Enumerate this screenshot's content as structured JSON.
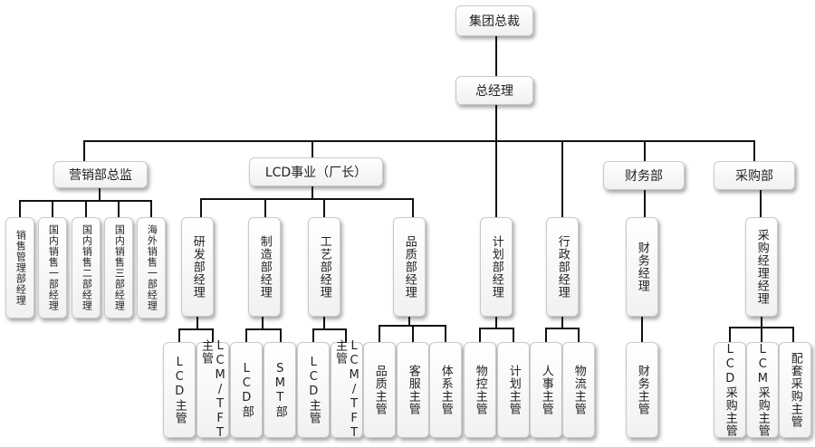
{
  "org": {
    "group_president": "集团总裁",
    "general_manager": "总经理",
    "sales_director": "营销部总监",
    "lcd_business": "LCD事业（厂长）",
    "finance_dept": "财务部",
    "purchasing_dept": "采购部",
    "sales_units": [
      "销售管理部经理",
      "国内销售一部经理",
      "国内销售二部经理",
      "国内销售三部经理",
      "海外销售一部经理"
    ],
    "lcd_depts": [
      "研发部经理",
      "制造部经理",
      "工艺部经理",
      "品质部经理"
    ],
    "plan_manager": "计划部经理",
    "admin_manager": "行政部经理",
    "finance_manager": "财务经理",
    "purchasing_manager": "采购经理经理",
    "rnd_leads": [
      "LCD主管",
      "LCM/TFT主管"
    ],
    "mfg_leads": [
      "LCD部",
      "SMT部"
    ],
    "process_leads": [
      "LCD主管",
      "LCM/TFT主管"
    ],
    "qa_leads": [
      "品质主管",
      "客服主管",
      "体系主管"
    ],
    "plan_leads": [
      "物控主管",
      "计划主管"
    ],
    "admin_leads": [
      "人事主管",
      "物流主管"
    ],
    "finance_lead": "财务主管",
    "purchasing_leads": [
      "LCD采购主管",
      "LCM采购主管",
      "配套采购主管"
    ]
  }
}
